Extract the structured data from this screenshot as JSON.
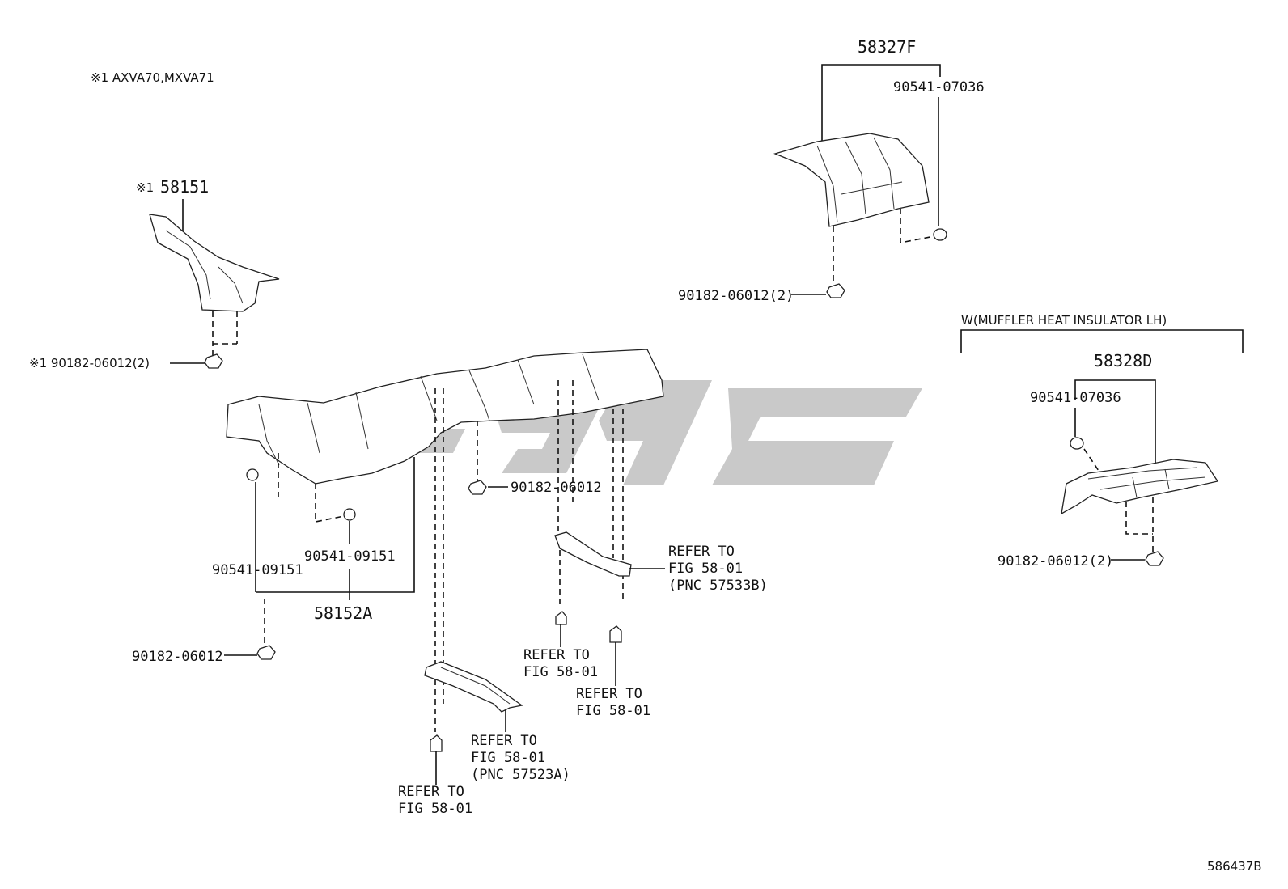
{
  "note": "※1 AXVA70,MXVA71",
  "parts": {
    "p58151": "58151",
    "p58151_mark": "※1",
    "p58151_bolt": "※1 90182-06012(2)",
    "p58327F": "58327F",
    "p58327F_clip": "90541-07036",
    "p58327F_bolt": "90182-06012(2)",
    "group_label": "W(MUFFLER HEAT INSULATOR LH)",
    "p58328D": "58328D",
    "p58328D_clip": "90541-07036",
    "p58328D_bolt": "90182-06012(2)",
    "p58152A": "58152A",
    "clip_a": "90541-09151",
    "clip_b": "90541-09151",
    "bolt_a": "90182-06012",
    "bolt_b": "90182-06012"
  },
  "refs": {
    "r1_l1": "REFER TO",
    "r1_l2": "FIG 58-01",
    "r1_l3": "(PNC 57533B)",
    "r2_l1": "REFER TO",
    "r2_l2": "FIG 58-01",
    "r3_l1": "REFER TO",
    "r3_l2": "FIG 58-01",
    "r4_l1": "REFER TO",
    "r4_l2": "FIG 58-01",
    "r4_l3": "(PNC 57523A)",
    "r5_l1": "REFER TO",
    "r5_l2": "FIG 58-01"
  },
  "figure_id": "586437B",
  "watermark_color": "#c9c9c9"
}
